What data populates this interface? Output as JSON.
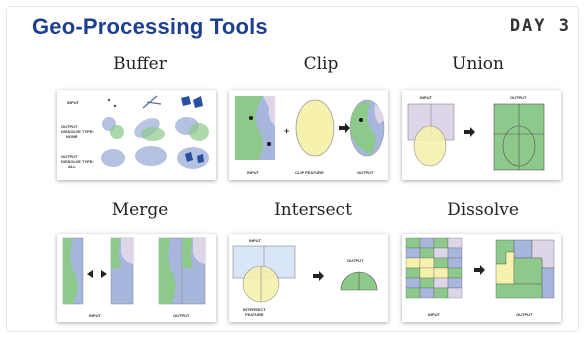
{
  "header": {
    "title": "Geo-Processing Tools",
    "day": "DAY 3"
  },
  "tools": {
    "buffer": {
      "label": "Buffer",
      "input": "INPUT",
      "output_none_1": "OUTPUT",
      "output_none_2": "DISSOLVE TYPE:",
      "output_none_3": "NONE",
      "output_all_1": "OUTPUT",
      "output_all_2": "DISSOLVE TYPE:",
      "output_all_3": "ALL"
    },
    "clip": {
      "label": "Clip",
      "input": "INPUT",
      "clip_feature": "CLIP FEATURE",
      "output": "OUTPUT"
    },
    "union": {
      "label": "Union",
      "input": "INPUT",
      "output": "OUTPUT"
    },
    "merge": {
      "label": "Merge",
      "input": "INPUT",
      "output": "OUTPUT"
    },
    "intersect": {
      "label": "Intersect",
      "input": "INPUT",
      "feature_1": "INTERSECT",
      "feature_2": "FEATURE",
      "output": "OUTPUT"
    },
    "dissolve": {
      "label": "Dissolve",
      "input": "INPUT",
      "output": "OUTPUT"
    }
  },
  "colors": {
    "title": "#1d3f8f",
    "green": "#8dc98a",
    "blue": "#a7b6dc",
    "yellow": "#f6f1ad",
    "lavender": "#ded5e8",
    "panel_bg": "#ffffff"
  }
}
